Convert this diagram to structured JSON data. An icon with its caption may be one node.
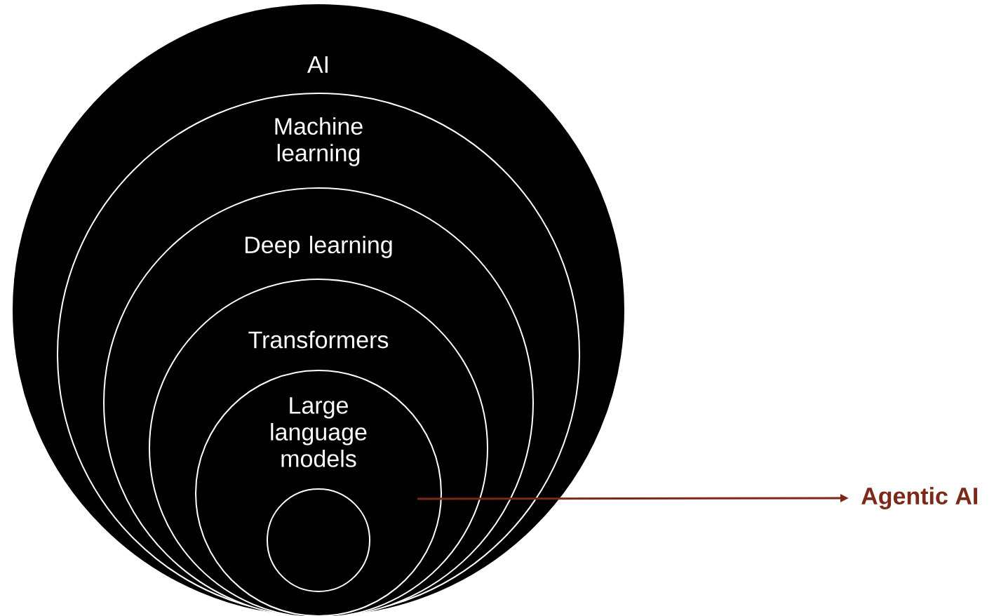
{
  "diagram": {
    "nodes": [
      {
        "text": [
          "AI"
        ]
      },
      {
        "text": [
          "Machine learning"
        ],
        "in": 0
      },
      {
        "text": [
          "Deep learning"
        ],
        "in": 1
      },
      {
        "text": [
          "Transformers"
        ],
        "in": 2
      },
      {
        "text": [
          "Large language models"
        ],
        "in": 3
      },
      {
        "text": [],
        "shape": "circle",
        "in": 4
      },
      {
        "text": [
          "Agentic AI"
        ]
      }
    ],
    "edges": [
      {
        "from": 4,
        "to": 6,
        "arrow": "to",
        "color": "#7b2a1a"
      }
    ]
  }
}
